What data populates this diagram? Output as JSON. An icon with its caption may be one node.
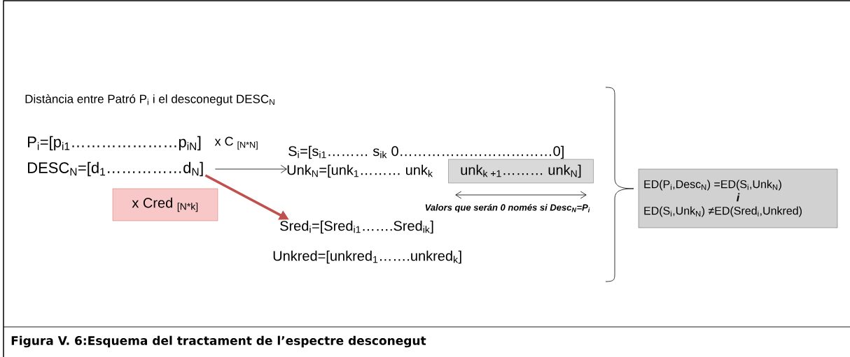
{
  "diagram": {
    "title": "Distància entre Patró P$_{i}$ i el desconegut DESC$_{N}$",
    "caption": "Figura V. 6:Esquema del tractament de l’espectre desconegut",
    "nodes": [
      {
        "text": [
          "P$_{i}$=[p$_{i1}$…………………p$_{iN}$]"
        ]
      },
      {
        "text": [
          "DESC$_{N}$=[d$_{1}$……………d$_{N}$]"
        ]
      },
      {
        "text": [
          "S$_{i}$=[s$_{i1}$……… s$_{ik}$ 0……………………………0]"
        ]
      },
      {
        "text": [
          "Unk$_{N}$=[unk$_{1}$……… unk$_{k}$"
        ]
      },
      {
        "text": [
          "unk$_{k +1}$……… unk$_{N}$]"
        ]
      },
      {
        "text": [
          "x Cred $_{[N*k]}$"
        ]
      },
      {
        "text": [
          "Sred$_{i}$=[Sred$_{i1}$…….Sred$_{ik}$]"
        ]
      },
      {
        "text": [
          "Unkred=[unkred$_{1}$…….unkred$_{k}$]"
        ]
      },
      {
        "text": [
          "ED(P$_{i}$,Desc$_{N}$) =ED(S$_{i}$,Unk$_{N}$)",
          "i",
          "ED(S$_{i}$,Unk$_{N}$) ≠ED(Sred$_{i}$,Unkred)"
        ]
      }
    ],
    "edges": [
      {
        "from": 1,
        "to": 2,
        "arrow": "to",
        "label": "x C $_{[N*N]}$"
      },
      {
        "from": 1,
        "to": 6,
        "arrow": "to",
        "style": "thick",
        "color": "#c0504d"
      }
    ],
    "labels": [
      "Valors que serán 0 només si Desc$_{N}$=P$_{i}$"
    ]
  }
}
